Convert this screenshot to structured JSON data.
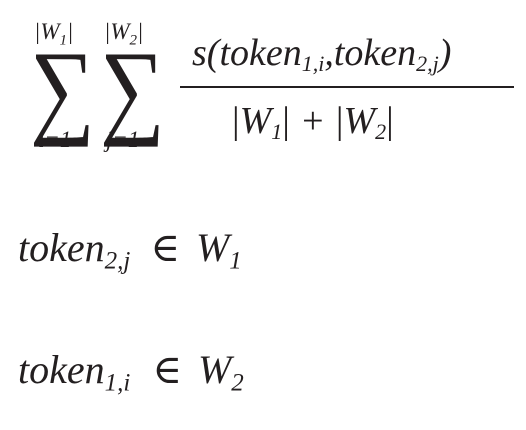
{
  "formula": {
    "sum1": {
      "symbol": "∑",
      "lower": "i=1",
      "upper_bar": "|",
      "upper_var": "W",
      "upper_sub": "1"
    },
    "sum2": {
      "symbol": "∑",
      "lower": "j=1",
      "upper_bar": "|",
      "upper_var": "W",
      "upper_sub": "2"
    },
    "numerator": {
      "func": "s(",
      "t1": "token",
      "t1_sub": "1,i",
      "comma": ",",
      "t2": "token",
      "t2_sub": "2,j",
      "close": ")"
    },
    "denominator": {
      "bar": "|",
      "var": "W",
      "sub1": "1",
      "sub2": "2",
      "plus": "+"
    }
  },
  "conditions": [
    {
      "token": "token",
      "token_sub": "2,j",
      "relation": "∈",
      "set_var": "W",
      "set_sub": "1"
    },
    {
      "token": "token",
      "token_sub": "1,i",
      "relation": "∈",
      "set_var": "W",
      "set_sub": "2"
    }
  ]
}
